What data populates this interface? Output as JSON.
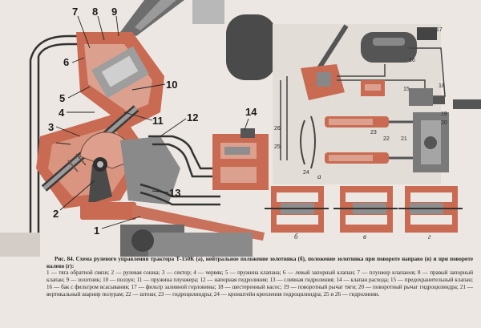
{
  "caption": {
    "title": "Рис. 84. Схема рулевого управления трактора Т-150К (а), нейтральное положение золотника (б), положение золотника при повороте направо (в) и при повороте налево (г):",
    "legend": "1 — тяга обратной связи; 2 — рулевая сошка; 3 — сектор; 4 — червяк; 5 — пружина клапана; 6 — левый запорный клапан; 7 — плунжер клапанов; 8 — правый запорный клапан; 9 — золотник; 10 — ползун; 11 — пружина плунжера; 12 — напорная гидролиния; 13 — сливная гидролиния; 14 — клапан расхода; 15 — предохранительный клапан; 16 — бак с фильтром всасывания; 17 — фильтр заливной горловины; 18 — шестеренный насос; 19 — поворотный рычаг тяги; 20 — поворотный рычаг гидроцилиндра; 21 — вертикальный шарнир полурам; 22 — штоки; 23 — гидроцилиндры; 24 — кронштейн крепления гидроцилиндра; 25 и 26 — гидролинии."
  },
  "figure_a": {
    "callouts": [
      "1",
      "2",
      "3",
      "4",
      "5",
      "6",
      "7",
      "8",
      "9",
      "10",
      "11",
      "12",
      "13",
      "14"
    ]
  },
  "figure_b": {
    "callouts": [
      "15",
      "16",
      "17",
      "18",
      "19",
      "20",
      "21",
      "22",
      "23",
      "24",
      "25",
      "26"
    ],
    "view_letters": [
      "а",
      "б",
      "в",
      "г"
    ]
  },
  "colors": {
    "paper": "#ece7e2",
    "red": "#c96a52",
    "pale_red": "#dca08e",
    "ink": "#2c2c2c",
    "grey": "#8e8e8e",
    "dark": "#555555"
  }
}
